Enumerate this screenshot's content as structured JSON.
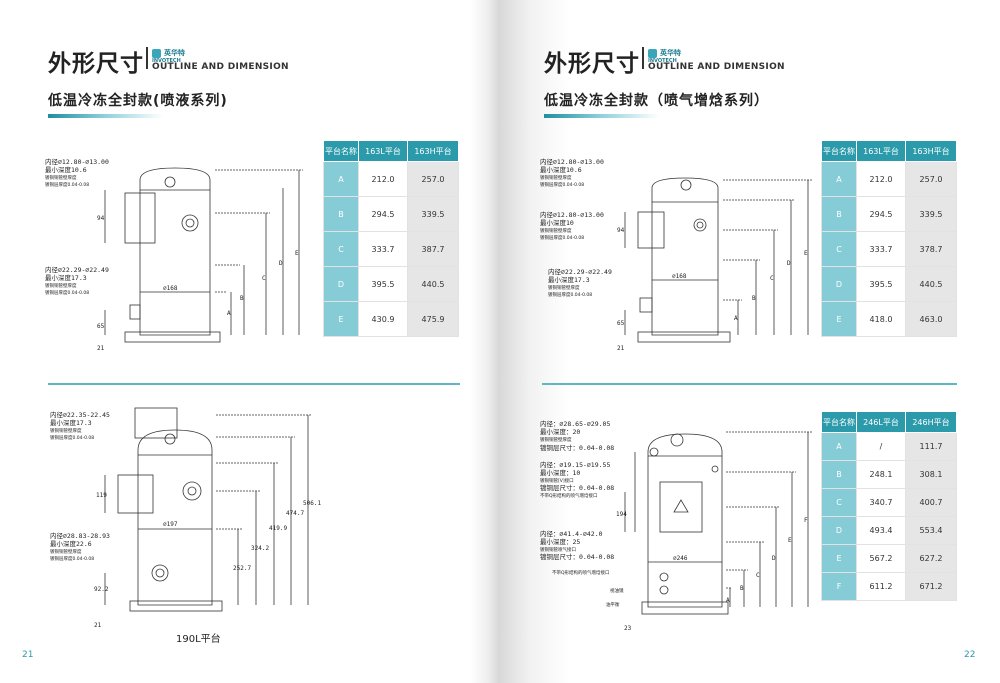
{
  "left_page": {
    "header": {
      "title_cn": "外形尺寸",
      "title_en": "OUTLINE AND DIMENSION",
      "logo_cn": "英华特",
      "logo_en": "INVOTECH"
    },
    "section_title": "低温冷冻全封款(喷液系列)",
    "drawing_top": {
      "ann1": [
        "内径∅12.80-∅13.00",
        "最小深度10.6",
        "镀铜铜管壁厚度",
        "镀铜层厚度0.04-0.08"
      ],
      "ann2": [
        "内径∅22.29-∅22.49",
        "最小深度17.3",
        "镀铜铜管壁厚度",
        "镀铜层厚度0.04-0.08"
      ],
      "diameter": "∅168",
      "dims": [
        "94",
        "65",
        "21",
        "A",
        "B",
        "C",
        "D",
        "E"
      ]
    },
    "table_top": {
      "headers": [
        "平台名称",
        "163L平台",
        "163H平台"
      ],
      "rows": [
        {
          "label": "A",
          "v1": "212.0",
          "v2": "257.0"
        },
        {
          "label": "B",
          "v1": "294.5",
          "v2": "339.5"
        },
        {
          "label": "C",
          "v1": "333.7",
          "v2": "387.7"
        },
        {
          "label": "D",
          "v1": "395.5",
          "v2": "440.5"
        },
        {
          "label": "E",
          "v1": "430.9",
          "v2": "475.9"
        }
      ]
    },
    "drawing_bottom": {
      "ann1": [
        "内径∅22.35-22.45",
        "最小深度17.3",
        "镀铜铜管壁厚度",
        "镀铜层厚度0.04-0.08"
      ],
      "ann2": [
        "内径∅28.83-28.93",
        "最小深度22.6",
        "镀铜铜管壁厚度",
        "镀铜层厚度0.04-0.08"
      ],
      "diameter": "∅197",
      "dims": [
        "119",
        "252.7",
        "324.2",
        "419.9",
        "474.7",
        "506.1",
        "92.2",
        "21"
      ]
    },
    "caption": "190L平台",
    "page_number": "21"
  },
  "right_page": {
    "header": {
      "title_cn": "外形尺寸",
      "title_en": "OUTLINE AND DIMENSION",
      "logo_cn": "英华特",
      "logo_en": "INVOTECH"
    },
    "section_title": "低温冷冻全封款（喷气增焓系列）",
    "drawing_top": {
      "ann1": [
        "内径∅12.80-∅13.00",
        "最小深度10.6",
        "镀铜铜管壁厚度",
        "镀铜层厚度0.04-0.08"
      ],
      "ann_mid": [
        "内径∅12.80-∅13.00",
        "最小深度10",
        "镀铜铜管壁厚度",
        "镀铜层厚度0.04-0.08"
      ],
      "ann2": [
        "内径∅22.29-∅22.49",
        "最小深度17.3",
        "镀铜铜管壁厚度",
        "镀铜层厚度0.04-0.08"
      ],
      "diameter": "∅168",
      "dims": [
        "94",
        "65",
        "21",
        "A",
        "B",
        "C",
        "D",
        "E"
      ]
    },
    "table_top": {
      "headers": [
        "平台名称",
        "163L平台",
        "163H平台"
      ],
      "rows": [
        {
          "label": "A",
          "v1": "212.0",
          "v2": "257.0"
        },
        {
          "label": "B",
          "v1": "294.5",
          "v2": "339.5"
        },
        {
          "label": "C",
          "v1": "333.7",
          "v2": "378.7"
        },
        {
          "label": "D",
          "v1": "395.5",
          "v2": "440.5"
        },
        {
          "label": "E",
          "v1": "418.0",
          "v2": "463.0"
        }
      ]
    },
    "drawing_bottom": {
      "ann1": [
        "内径：∅28.65-∅29.05",
        "最小深度：20",
        "镀铜铜管壁厚度",
        "镀铜层尺寸：0.04-0.08"
      ],
      "ann_mid": [
        "内径：∅19.15-∅19.55",
        "最小深度：10",
        "镀铜铜管[V]接口",
        "镀铜层尺寸：0.04-0.08",
        "不带Q形结构的喷气增焓接口"
      ],
      "ann2": [
        "内径：∅41.4-∅42.0",
        "最小深度：25",
        "镀铜铜管喷气接口",
        "镀铜层尺寸：0.04-0.08"
      ],
      "notes": [
        "不带Q形结构的喷气增焓接口",
        "视油镜",
        "油平衡"
      ],
      "diameter": "∅246",
      "dims": [
        "194",
        "23",
        "A",
        "B",
        "C",
        "D",
        "E",
        "F"
      ]
    },
    "table_bottom": {
      "headers": [
        "平台名称",
        "246L平台",
        "246H平台"
      ],
      "rows": [
        {
          "label": "A",
          "v1": "/",
          "v2": "111.7"
        },
        {
          "label": "B",
          "v1": "248.1",
          "v2": "308.1"
        },
        {
          "label": "C",
          "v1": "340.7",
          "v2": "400.7"
        },
        {
          "label": "D",
          "v1": "493.4",
          "v2": "553.4"
        },
        {
          "label": "E",
          "v1": "567.2",
          "v2": "627.2"
        },
        {
          "label": "F",
          "v1": "611.2",
          "v2": "671.2"
        }
      ]
    },
    "page_number": "22"
  }
}
